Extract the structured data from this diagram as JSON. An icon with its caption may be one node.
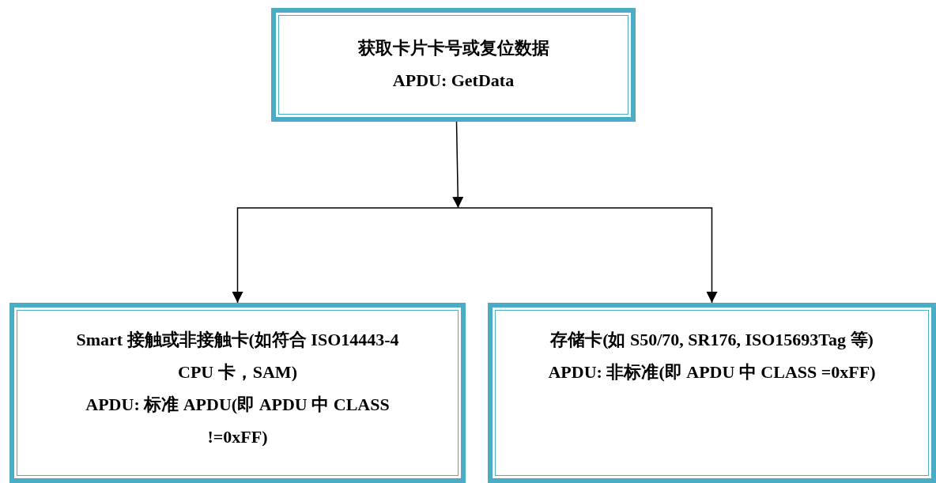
{
  "diagram": {
    "nodes": [
      {
        "text": [
          "获取卡片卡号或复位数据",
          "APDU: GetData"
        ]
      },
      {
        "text": [
          "Smart 接触或非接触卡(如符合 ISO14443-4 CPU 卡，SAM)",
          "APDU: 标准 APDU(即 APDU 中 CLASS !=0xFF)"
        ]
      },
      {
        "text": [
          "存储卡(如 S50/70, SR176, ISO15693Tag 等)",
          "APDU: 非标准(即 APDU 中 CLASS =0xFF)"
        ]
      }
    ],
    "edges": [
      {
        "from": 0,
        "to": 1,
        "arrow": "to"
      },
      {
        "from": 0,
        "to": 2,
        "arrow": "to"
      }
    ]
  }
}
